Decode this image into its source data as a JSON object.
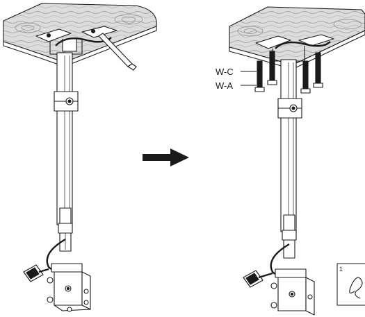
{
  "labels": {
    "washer_c": "W-C",
    "washer_a": "W-A"
  },
  "inset": {
    "number": "1"
  },
  "colors": {
    "line": "#1a1a1a",
    "wood": "#d9d9d9",
    "fill": "#ffffff",
    "arrow": "#1a1a1a"
  },
  "icons": {
    "arrow": "arrow-right-icon"
  }
}
